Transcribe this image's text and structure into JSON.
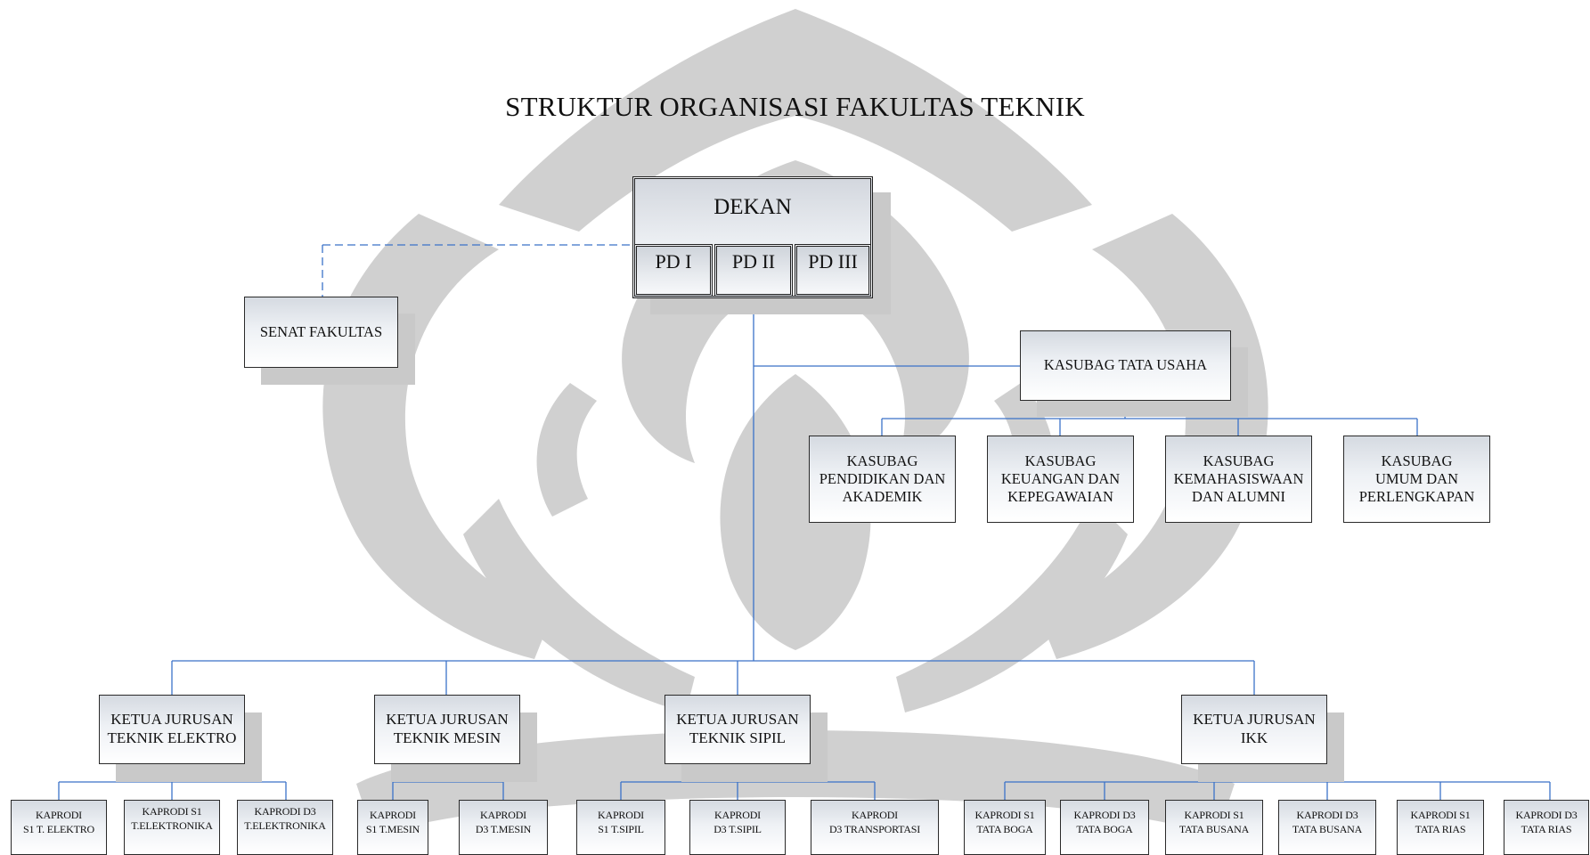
{
  "title": "STRUKTUR ORGANISASI FAKULTAS TEKNIK",
  "dekan": {
    "label": "DEKAN",
    "pd": [
      "PD I",
      "PD II",
      "PD III"
    ]
  },
  "senat": "SENAT FAKULTAS",
  "tata_usaha": {
    "head": "KASUBAG TATA USAHA",
    "subs": [
      [
        "KASUBAG",
        "PENDIDIKAN DAN",
        "AKADEMIK"
      ],
      [
        "KASUBAG",
        "KEUANGAN DAN",
        "KEPEGAWAIAN"
      ],
      [
        "KASUBAG",
        "KEMAHASISWAAN",
        "DAN ALUMNI"
      ],
      [
        "KASUBAG",
        "UMUM DAN",
        "PERLENGKAPAN"
      ]
    ]
  },
  "jurusan": [
    {
      "label": [
        "KETUA JURUSAN",
        "TEKNIK ELEKTRO"
      ],
      "prodi": [
        [
          "KAPRODI",
          "S1 T. ELEKTRO"
        ],
        [
          "KAPRODI S1",
          "T.ELEKTRONIKA"
        ],
        [
          "KAPRODI D3",
          "T.ELEKTRONIKA"
        ]
      ]
    },
    {
      "label": [
        "KETUA JURUSAN",
        "TEKNIK MESIN"
      ],
      "prodi": [
        [
          "KAPRODI",
          "S1 T.MESIN"
        ],
        [
          "KAPRODI",
          "D3 T.MESIN"
        ]
      ]
    },
    {
      "label": [
        "KETUA JURUSAN",
        "TEKNIK SIPIL"
      ],
      "prodi": [
        [
          "KAPRODI",
          "S1 T.SIPIL"
        ],
        [
          "KAPRODI",
          "D3 T.SIPIL"
        ],
        [
          "KAPRODI",
          "D3 TRANSPORTASI"
        ]
      ]
    },
    {
      "label": [
        "KETUA JURUSAN",
        "IKK"
      ],
      "prodi": [
        [
          "KAPRODI S1",
          "TATA BOGA"
        ],
        [
          "KAPRODI D3",
          "TATA BOGA"
        ],
        [
          "KAPRODI S1",
          "TATA BUSANA"
        ],
        [
          "KAPRODI D3",
          "TATA BUSANA"
        ],
        [
          "KAPRODI S1",
          "TATA RIAS"
        ],
        [
          "KAPRODI D3",
          "TATA RIAS"
        ]
      ]
    }
  ],
  "colors": {
    "connector": "#3b72c8",
    "watermark": "#cdcdcd",
    "shadow": "#c9c9c9"
  }
}
